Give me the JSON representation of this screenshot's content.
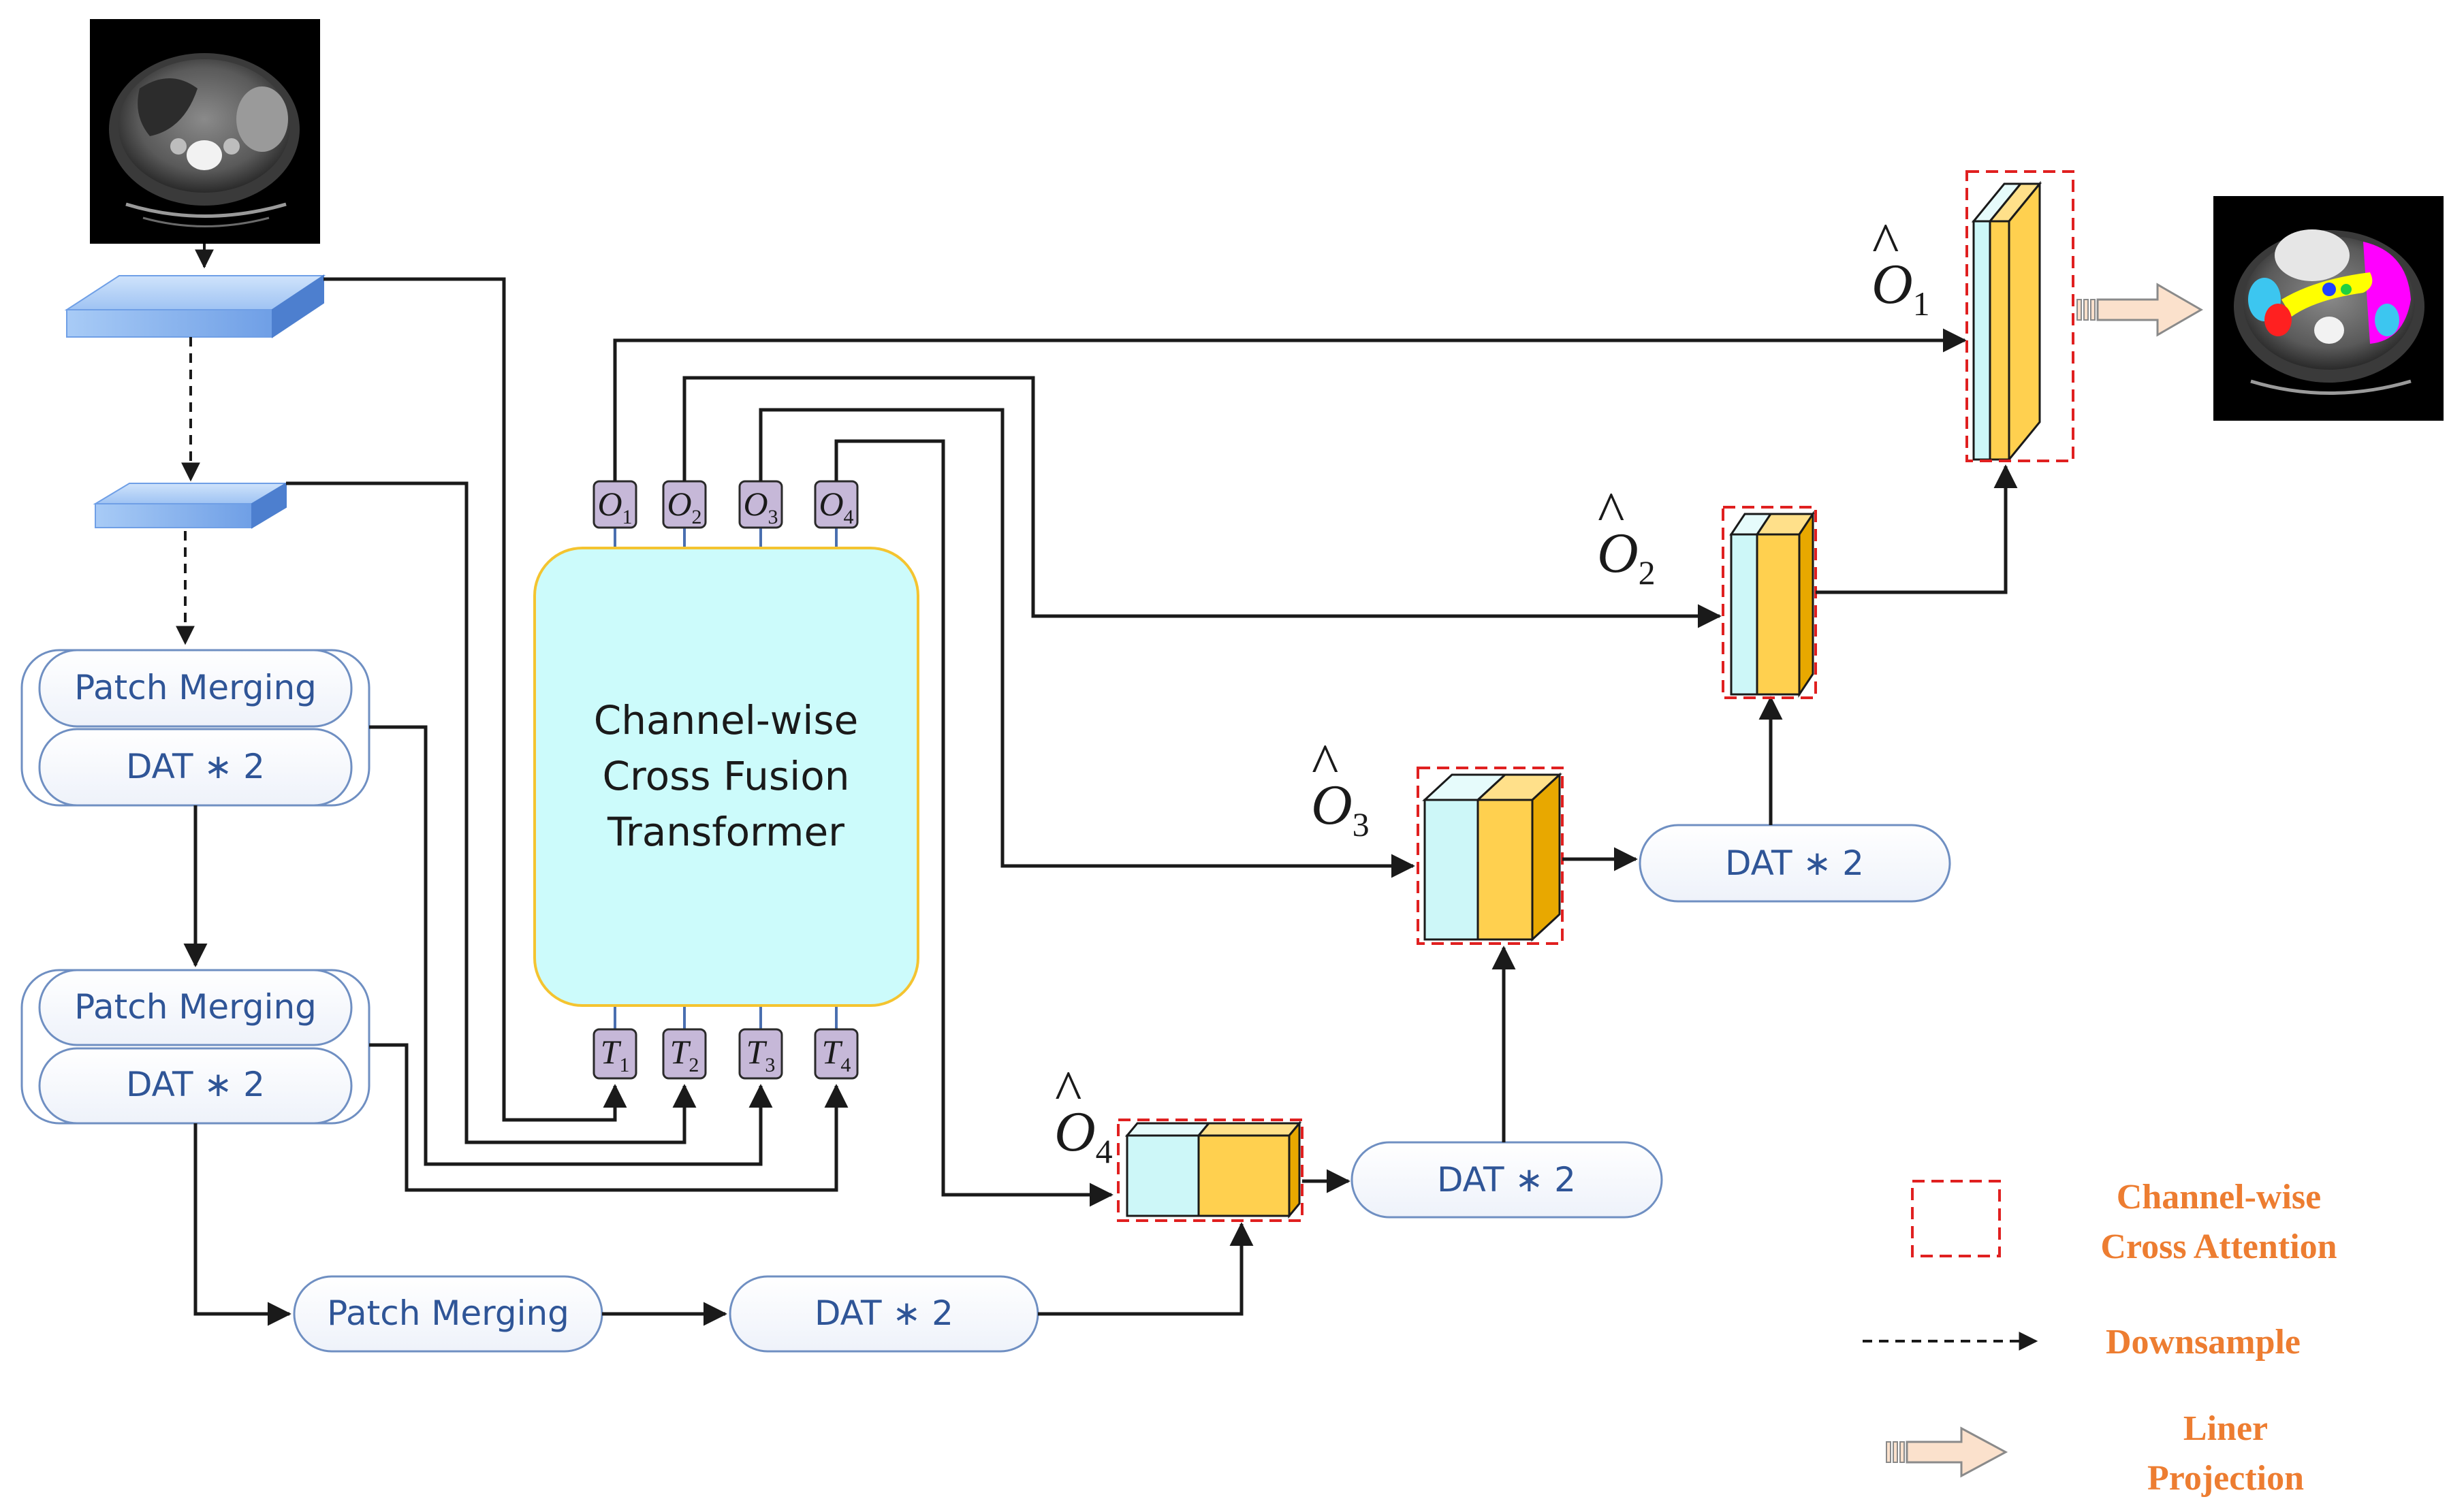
{
  "encoder": {
    "patch_merging_label": "Patch Merging",
    "dat_label": "DAT ∗ 2"
  },
  "fusion_block": {
    "title_lines": [
      "Channel-wise",
      "Cross Fusion",
      "Transformer"
    ],
    "output_ports": [
      {
        "symbol": "O",
        "sub": "1"
      },
      {
        "symbol": "O",
        "sub": "2"
      },
      {
        "symbol": "O",
        "sub": "3"
      },
      {
        "symbol": "O",
        "sub": "4"
      }
    ],
    "input_ports": [
      {
        "symbol": "T",
        "sub": "1"
      },
      {
        "symbol": "T",
        "sub": "2"
      },
      {
        "symbol": "T",
        "sub": "3"
      },
      {
        "symbol": "T",
        "sub": "4"
      }
    ]
  },
  "decoder": {
    "ohat_symbol": "O",
    "ohat_subs": [
      "1",
      "2",
      "3",
      "4"
    ],
    "dat_label": "DAT ∗ 2"
  },
  "legend": {
    "cross_attention_lines": [
      "Channel-wise",
      "Cross Attention"
    ],
    "downsample": "Downsample",
    "projection_lines": [
      "Liner",
      "Projection"
    ]
  },
  "colors": {
    "cyan_feature": "#cdf7f8",
    "yellow_feature": "#ffd04f",
    "fusion_fill": "#ccfbfb",
    "fusion_stroke": "#f4c430",
    "port_fill": "#c6b8d8",
    "pill_stroke": "#6f8fc2",
    "pill_text": "#2f5597",
    "attention_box": "#e02020",
    "legend_text": "#ed7d31",
    "slab_blue": "#8db9f2",
    "projection_arrow": "#fbe1cc"
  },
  "icons": {
    "ct_input": "ct-scan-image",
    "segmentation_output": "segmentation-mask-image"
  }
}
